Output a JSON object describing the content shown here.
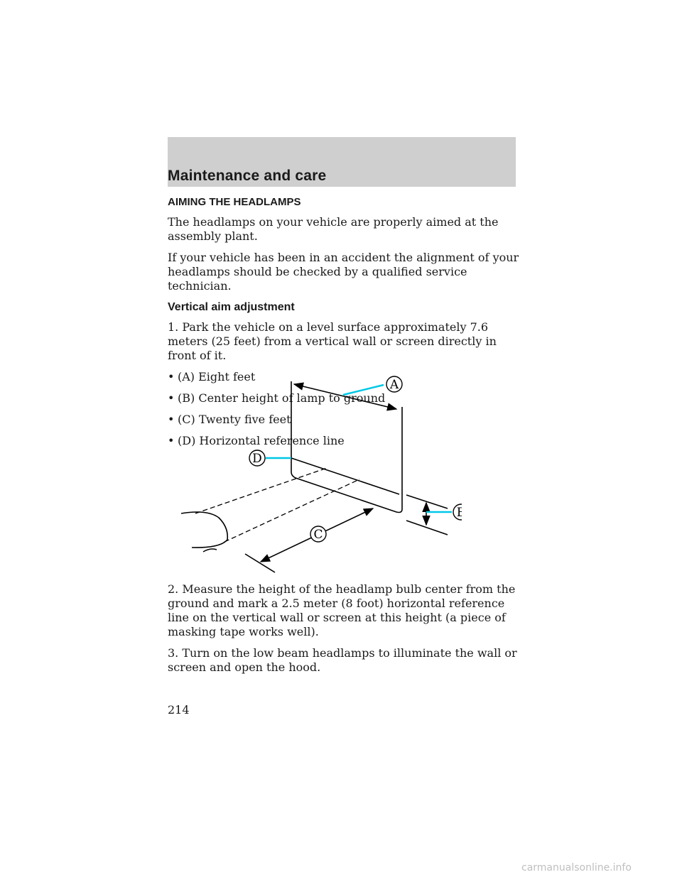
{
  "header": {
    "title": "Maintenance and care"
  },
  "section": {
    "heading": "AIMING THE HEADLAMPS",
    "para1": "The headlamps on your vehicle are properly aimed at the assembly plant.",
    "para2": "If your vehicle has been in an accident the alignment of your headlamps should be checked by a qualified service technician."
  },
  "subsection": {
    "heading": "Vertical aim adjustment",
    "step1": "1. Park the vehicle on a level surface approximately 7.6 meters (25 feet) from a vertical wall or screen directly in front of it.",
    "bullet_char": "•",
    "bullets": [
      "(A) Eight feet",
      "(B) Center height of lamp to ground",
      "(C) Twenty five feet",
      "(D) Horizontal reference line"
    ],
    "step2": "2. Measure the height of the headlamp bulb center from the ground and mark a 2.5 meter (8 foot) horizontal reference line on the vertical wall or screen at this height (a piece of masking tape works well).",
    "step3": "3. Turn on the low beam headlamps to illuminate the wall or screen and open the hood."
  },
  "diagram": {
    "labels": {
      "a": "A",
      "b": "B",
      "c": "C",
      "d": "D"
    },
    "leader_color": "#00c8e6"
  },
  "page_number": "214",
  "watermark": "carmanualsonline.info"
}
